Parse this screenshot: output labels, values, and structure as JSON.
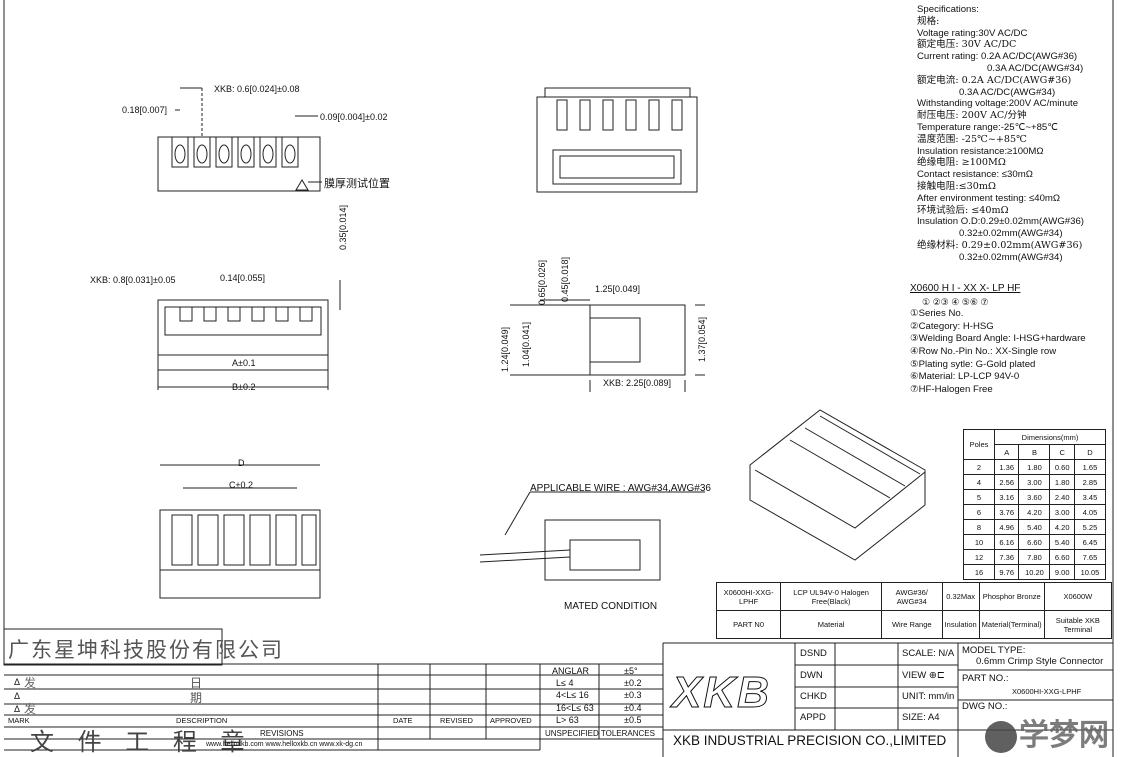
{
  "specifications": {
    "title": "Specifications:",
    "lines": [
      {
        "text": "规格:",
        "cn": true
      },
      {
        "text": "Voltage rating:30V AC/DC"
      },
      {
        "text": "额定电压: 30V AC/DC",
        "cn": true
      },
      {
        "text": "Current rating: 0.2A AC/DC(AWG#36)"
      },
      {
        "text": "0.3A AC/DC(AWG#34)",
        "indent": 2
      },
      {
        "text": "额定电流: 0.2A AC/DC(AWG#36)",
        "cn": true
      },
      {
        "text": "0.3A AC/DC(AWG#34)",
        "indent": 1
      },
      {
        "text": "Withstanding voltage:200V AC/minute"
      },
      {
        "text": "耐压电压: 200V AC/分钟",
        "cn": true
      },
      {
        "text": "Temperature range:-25℃~+85℃"
      },
      {
        "text": "温度范围: -25℃~+85℃",
        "cn": true
      },
      {
        "text": "Insulation resistance:≥100MΩ"
      },
      {
        "text": "绝缘电阻: ≥100MΩ",
        "cn": true
      },
      {
        "text": "Contact resistance: ≤30mΩ"
      },
      {
        "text": "接触电阻:≤30mΩ",
        "cn": true
      },
      {
        "text": "After environment testing: ≤40mΩ"
      },
      {
        "text": "环境试验后: ≤40mΩ",
        "cn": true
      },
      {
        "text": "Insulation O.D:0.29±0.02mm(AWG#36)"
      },
      {
        "text": "0.32±0.02mm(AWG#34)",
        "indent": 1
      },
      {
        "text": "绝缘材料: 0.29±0.02mm(AWG#36)",
        "cn": true
      },
      {
        "text": "0.32±0.02mm(AWG#34)",
        "indent": 1
      }
    ]
  },
  "part_number": {
    "code": "X0600 H I - XX X- LP HF",
    "markers": "① ②③ ④ ⑤⑥ ⑦",
    "items": [
      "①Series No.",
      "②Category: H-HSG",
      "③Welding Board Angle: I-HSG+hardware",
      "④Row No.-Pin No.: XX-Single row",
      "⑤Plating sytle: G-Gold plated",
      "⑥Material: LP-LCP 94V-0",
      "⑦HF-Halogen Free"
    ]
  },
  "dimensions_table": {
    "header_left": "Poles",
    "header_group": "Dimensions(mm)",
    "columns": [
      "A",
      "B",
      "C",
      "D"
    ],
    "rows": [
      [
        "2",
        "1.36",
        "1.80",
        "0.60",
        "1.65"
      ],
      [
        "4",
        "2.56",
        "3.00",
        "1.80",
        "2.85"
      ],
      [
        "5",
        "3.16",
        "3.60",
        "2.40",
        "3.45"
      ],
      [
        "6",
        "3.76",
        "4.20",
        "3.00",
        "4.05"
      ],
      [
        "8",
        "4.96",
        "5.40",
        "4.20",
        "5.25"
      ],
      [
        "10",
        "6.16",
        "6.60",
        "5.40",
        "6.45"
      ],
      [
        "12",
        "7.36",
        "7.80",
        "6.60",
        "7.65"
      ],
      [
        "16",
        "9.76",
        "10.20",
        "9.00",
        "10.05"
      ]
    ]
  },
  "bom": {
    "values": [
      "X0600HI-XXG-LPHF",
      "LCP UL94V-0 Halogen Free(Black)",
      "AWG#36/ AWG#34",
      "0.32Max",
      "Phosphor Bronze",
      "X0600W"
    ],
    "labels": [
      "PART N0",
      "Material",
      "Wire Range",
      "Insulation",
      "Material(Terminal)",
      "Suitable XKB Terminal"
    ]
  },
  "drawing_labels": {
    "xkb_06": "XKB: 0.6[0.024]±0.08",
    "d018": "0.18[0.007]",
    "d009": "0.09[0.004]±0.02",
    "film_pos": "膜厚测试位置",
    "xkb_08": "XKB: 0.8[0.031]±0.05",
    "d014": "0.14[0.055]",
    "d035": "0.35[0.014]",
    "a_tol": "A±0.1",
    "b_tol": "B±0.2",
    "d065": "0.65[0.026]",
    "d045": "0.45[0.018]",
    "d125": "1.25[0.049]",
    "d124": "1.24[0.049]",
    "d104": "1.04[0.041]",
    "d137": "1.37[0.054]",
    "xkb_225": "XKB: 2.25[0.089]",
    "d_label": "D",
    "c_tol": "C±0.2",
    "wire": "APPLICABLE WIRE : AWG#34,AWG#36",
    "mated": "MATED CONDITION"
  },
  "title_block": {
    "company_cn": "广东星坤科技股份有限公司",
    "doc_cn": "文 件 工 程 章",
    "rev_rows": [
      "Δ",
      "Δ",
      "Δ"
    ],
    "rev_row_cn": [
      "发",
      "",
      "发"
    ],
    "date_cn": [
      "日",
      "期"
    ],
    "rev_headers": [
      "MARK",
      "DESCRIPTION",
      "DATE",
      "REVISED",
      "APPROVED"
    ],
    "revisions": "REVISIONS",
    "websites": "www.helloxkb.com   www.helloxkb.cn  www.xk-dg.cn",
    "tolerance_header": [
      "ANGLAR",
      "±5°"
    ],
    "tolerances": [
      [
        "L≤ 4",
        "±0.2"
      ],
      [
        "4<L≤ 16",
        "±0.3"
      ],
      [
        "16<L≤ 63",
        "±0.4"
      ],
      [
        "L> 63",
        "±0.5"
      ]
    ],
    "unspecified": "UNSPECIFIED TOLERANCES",
    "logo": "XKB",
    "company_en": "XKB INDUSTRIAL PRECISION CO.,LIMITED",
    "roles": [
      "DSND",
      "DWN",
      "CHKD",
      "APPD"
    ],
    "scale": "SCALE: N/A",
    "view": "VIEW",
    "unit": "UNIT: mm/in",
    "size": "SIZE: A4",
    "model_type_label": "MODEL TYPE:",
    "model_type": "0.6mm Crimp Style Connector",
    "part_no_label": "PART NO.:",
    "part_no": "X0600HI-XXG-LPHF",
    "dwg_no_label": "DWG NO.:",
    "watermark": "学梦网"
  }
}
